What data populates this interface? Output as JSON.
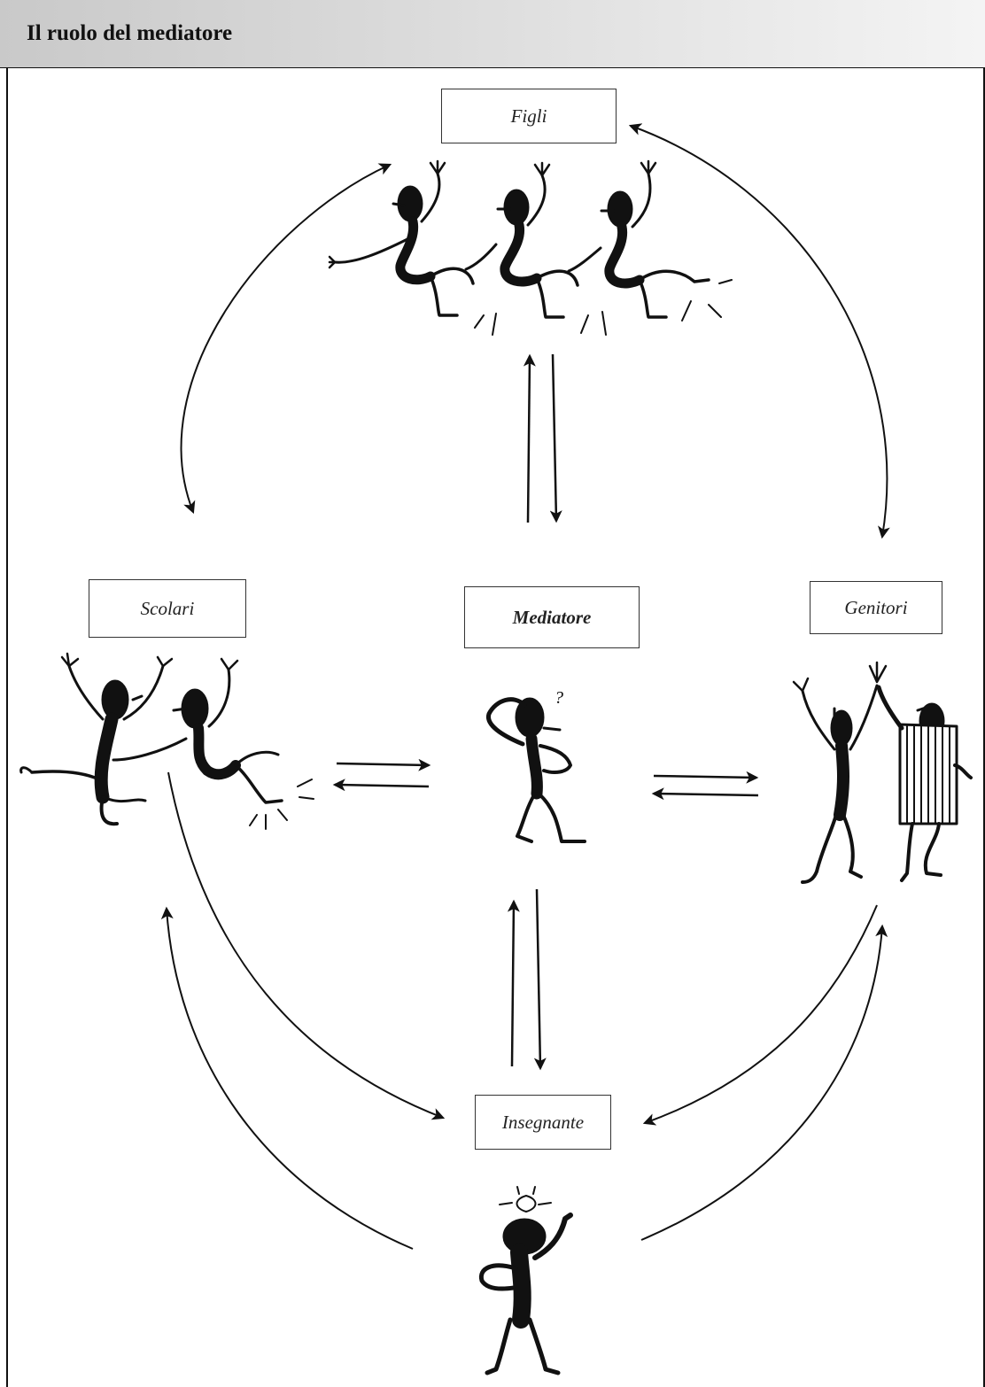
{
  "header": {
    "title": "Il ruolo del mediatore"
  },
  "diagram": {
    "nodes": {
      "figli": "Figli",
      "scolari": "Scolari",
      "mediatore": "Mediatore",
      "genitori": "Genitori",
      "insegnante": "Insegnante"
    }
  },
  "colors": {
    "ink": "#111111",
    "header_bg_start": "#c9c9c9",
    "header_bg_end": "#f4f4f4"
  }
}
